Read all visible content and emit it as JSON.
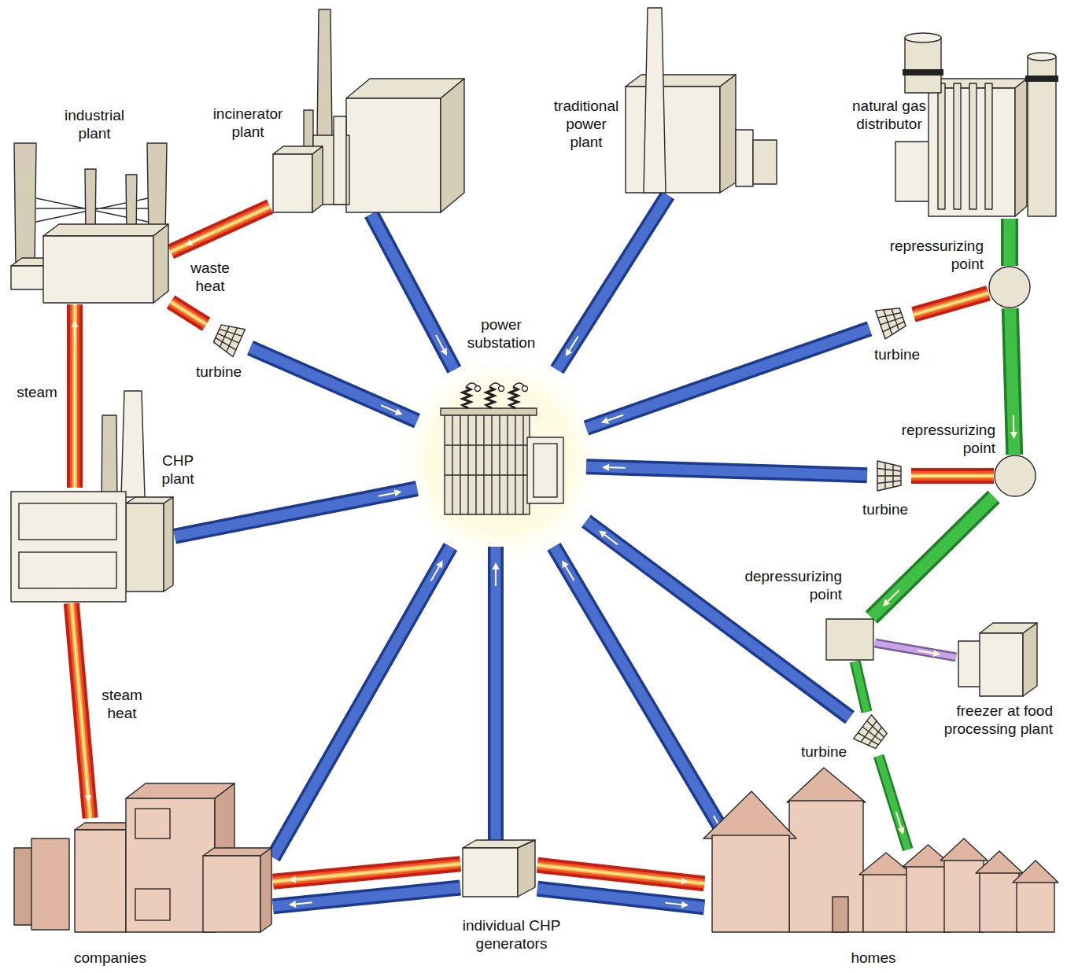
{
  "diagram": {
    "nodes": [
      {
        "text": [
          "industrial plant"
        ]
      },
      {
        "text": [
          "incinerator plant"
        ]
      },
      {
        "text": [
          "traditional power plant"
        ]
      },
      {
        "text": [
          "natural gas distributor"
        ]
      },
      {
        "text": [
          "repressurizing point"
        ]
      },
      {
        "text": [
          "power substation"
        ]
      },
      {
        "text": [
          "turbine"
        ]
      },
      {
        "text": [
          "turbine"
        ]
      },
      {
        "text": [
          "CHP plant"
        ]
      },
      {
        "text": [
          "repressurizing point"
        ]
      },
      {
        "text": [
          "turbine"
        ]
      },
      {
        "text": [
          "depressurizing point"
        ]
      },
      {
        "text": [
          "freezer at food processing plant"
        ]
      },
      {
        "text": [
          "turbine"
        ]
      },
      {
        "text": [
          "companies"
        ]
      },
      {
        "text": [
          "individual CHP generators"
        ]
      },
      {
        "text": [
          "homes"
        ]
      }
    ],
    "edges": [
      {
        "from": 1,
        "to": 0,
        "arrow": "to"
      },
      {
        "from": 1,
        "to": 5,
        "arrow": "to"
      },
      {
        "from": 2,
        "to": 5,
        "arrow": "to"
      },
      {
        "from": 0,
        "to": 6,
        "label": "waste heat",
        "arrow": "none"
      },
      {
        "from": 6,
        "to": 5,
        "arrow": "to"
      },
      {
        "from": 3,
        "to": 4,
        "arrow": "none"
      },
      {
        "from": 4,
        "to": 7,
        "arrow": "none"
      },
      {
        "from": 7,
        "to": 5,
        "arrow": "to"
      },
      {
        "from": 8,
        "to": 0,
        "label": "steam",
        "arrow": "to"
      },
      {
        "from": 8,
        "to": 14,
        "label": "steam heat",
        "arrow": "to"
      },
      {
        "from": 8,
        "to": 5,
        "arrow": "to"
      },
      {
        "from": 4,
        "to": 9,
        "arrow": "to"
      },
      {
        "from": 9,
        "to": 10,
        "arrow": "none"
      },
      {
        "from": 10,
        "to": 5,
        "arrow": "to"
      },
      {
        "from": 9,
        "to": 11,
        "arrow": "to"
      },
      {
        "from": 11,
        "to": 12,
        "arrow": "to"
      },
      {
        "from": 11,
        "to": 13,
        "arrow": "none"
      },
      {
        "from": 13,
        "to": 5,
        "arrow": "to"
      },
      {
        "from": 13,
        "to": 16,
        "arrow": "to"
      },
      {
        "from": 14,
        "to": 5,
        "arrow": "to"
      },
      {
        "from": 15,
        "to": 5,
        "arrow": "to"
      },
      {
        "from": 5,
        "to": 16,
        "arrow": "both"
      },
      {
        "from": 15,
        "to": 14,
        "arrow": "to"
      },
      {
        "from": 15,
        "to": 14,
        "arrow": "to"
      },
      {
        "from": 15,
        "to": 16,
        "arrow": "to"
      },
      {
        "from": 15,
        "to": 16,
        "arrow": "to"
      }
    ]
  }
}
